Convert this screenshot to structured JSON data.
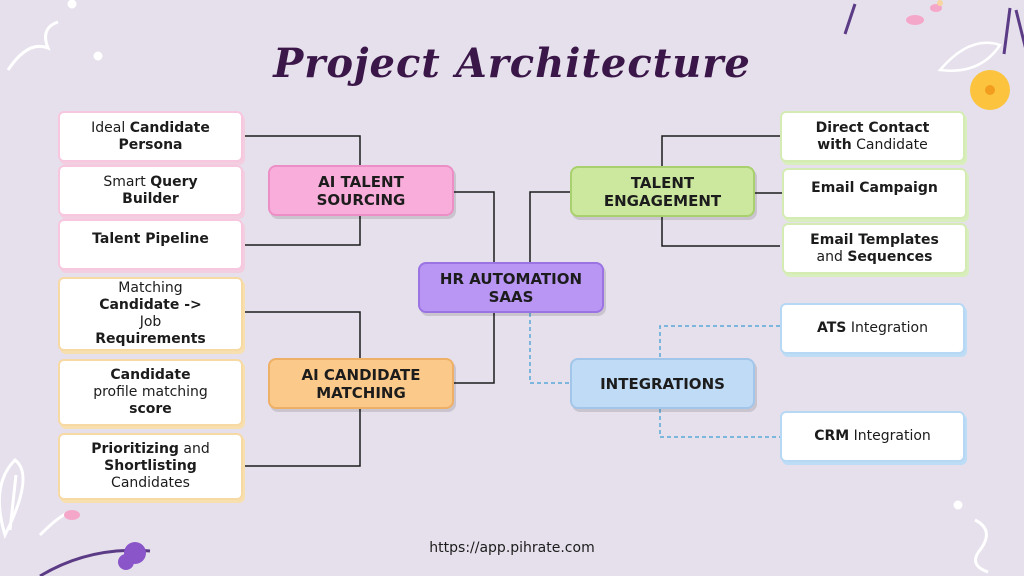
{
  "title": "Project Architecture",
  "url": "https://app.pihrate.com",
  "colors": {
    "background": "#e6e0ec",
    "line": "#1c1c1c",
    "dashed_line": "#5aa8d8"
  },
  "center": {
    "line1": "HR AUTOMATION",
    "line2": "SAAS"
  },
  "talent_sourcing": {
    "line1": "AI TALENT",
    "line2": "SOURCING",
    "items": [
      {
        "a": "Ideal ",
        "b": "Candidate",
        "c": "Persona"
      },
      {
        "a": "Smart ",
        "b": "Query",
        "c": "Builder"
      },
      {
        "b": "Talent Pipeline"
      }
    ]
  },
  "candidate_matching": {
    "line1": "AI CANDIDATE",
    "line2": "MATCHING",
    "items": [
      {
        "l1": "Matching",
        "l2": "Candidate ->",
        "l3": "Job",
        "l4": "Requirements"
      },
      {
        "l1": "Candidate",
        "l2": "profile matching",
        "l3": "score"
      },
      {
        "l1a": "Prioritizing",
        "l1b": " and",
        "l2": "Shortlisting",
        "l3": "Candidates"
      }
    ]
  },
  "talent_engagement": {
    "line1": "TALENT",
    "line2": "ENGAGEMENT",
    "items": [
      {
        "l1": "Direct Contact",
        "l2a": "with",
        "l2b": " Candidate"
      },
      {
        "l1": "Email Campaign"
      },
      {
        "l1": "Email Templates",
        "l2a": "and ",
        "l2b": "Sequences"
      }
    ]
  },
  "integrations": {
    "label": "INTEGRATIONS",
    "items": [
      {
        "b": "ATS",
        "a": " Integration"
      },
      {
        "b": "CRM",
        "a": " Integration"
      }
    ]
  }
}
